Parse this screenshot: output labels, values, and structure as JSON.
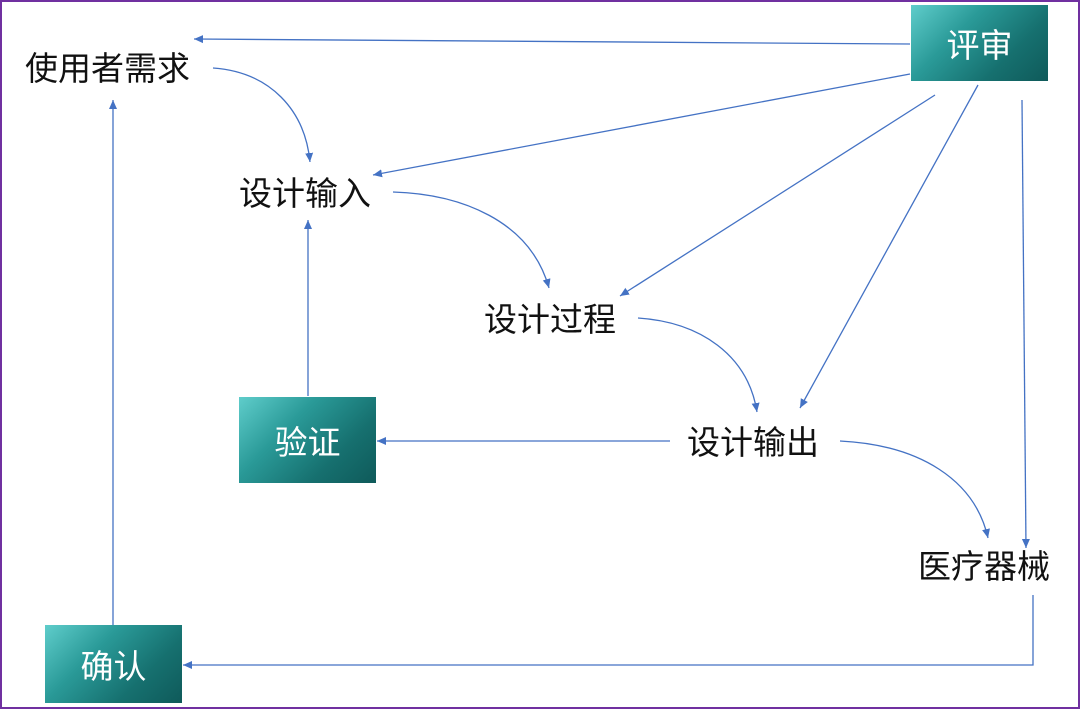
{
  "nodes": {
    "user_needs": "使用者需求",
    "design_input": "设计输入",
    "design_process": "设计过程",
    "design_output": "设计输出",
    "medical_device": "医疗器械",
    "review": "评审",
    "verification": "验证",
    "validation": "确认"
  },
  "colors": {
    "frame": "#7030a0",
    "arrow": "#4472c4",
    "box_dark": "#0f5a5a",
    "box_light": "#5fcdcb"
  }
}
